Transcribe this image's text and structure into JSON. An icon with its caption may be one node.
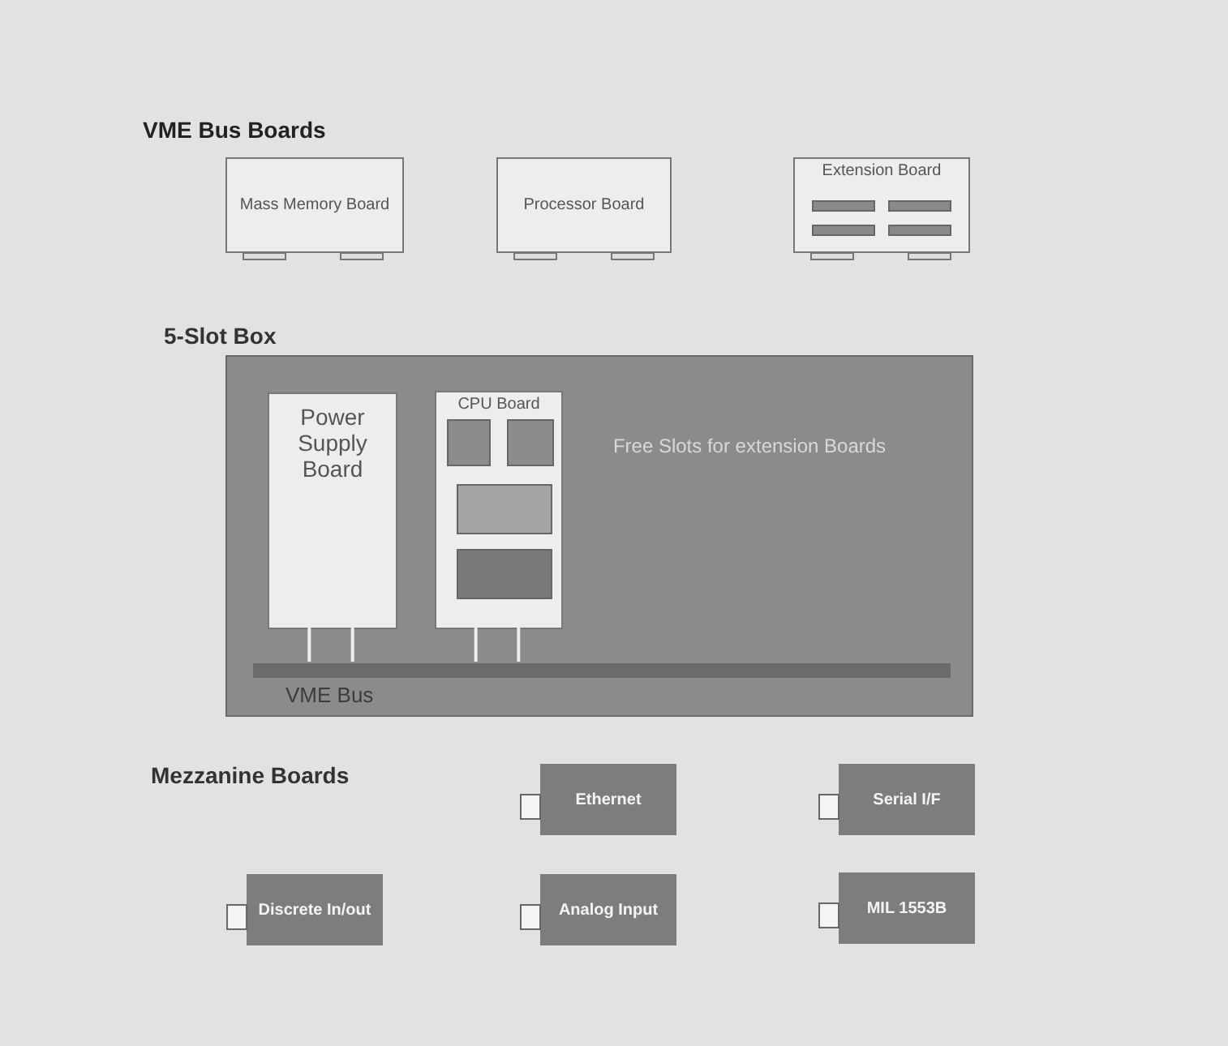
{
  "diagram": {
    "nodes": [
      {
        "text": [
          "Mass Memory Board"
        ]
      },
      {
        "text": [
          "Processor Board"
        ]
      },
      {
        "text": [
          "Extension Board"
        ]
      },
      {
        "text": [
          "5-Slot Box"
        ]
      },
      {
        "text": [
          "Power Supply Board"
        ],
        "in": 3
      },
      {
        "text": [
          "CPU Board"
        ],
        "in": 3
      },
      {
        "text": [
          "VME Bus"
        ],
        "in": 3
      },
      {
        "text": [
          "Ethernet"
        ]
      },
      {
        "text": [
          "Serial I/F"
        ]
      },
      {
        "text": [
          "Discrete In/out"
        ]
      },
      {
        "text": [
          "Analog Input"
        ]
      },
      {
        "text": [
          "MIL 1553B"
        ]
      }
    ],
    "edges": [
      {
        "from": 4,
        "to": 6,
        "arrow": "none"
      },
      {
        "from": 4,
        "to": 6,
        "arrow": "none"
      },
      {
        "from": 5,
        "to": 6,
        "arrow": "none"
      },
      {
        "from": 5,
        "to": 6,
        "arrow": "none"
      }
    ],
    "labels": [
      "VME Bus Boards",
      "Free Slots for extension Boards",
      "Mezzanine Boards"
    ]
  }
}
